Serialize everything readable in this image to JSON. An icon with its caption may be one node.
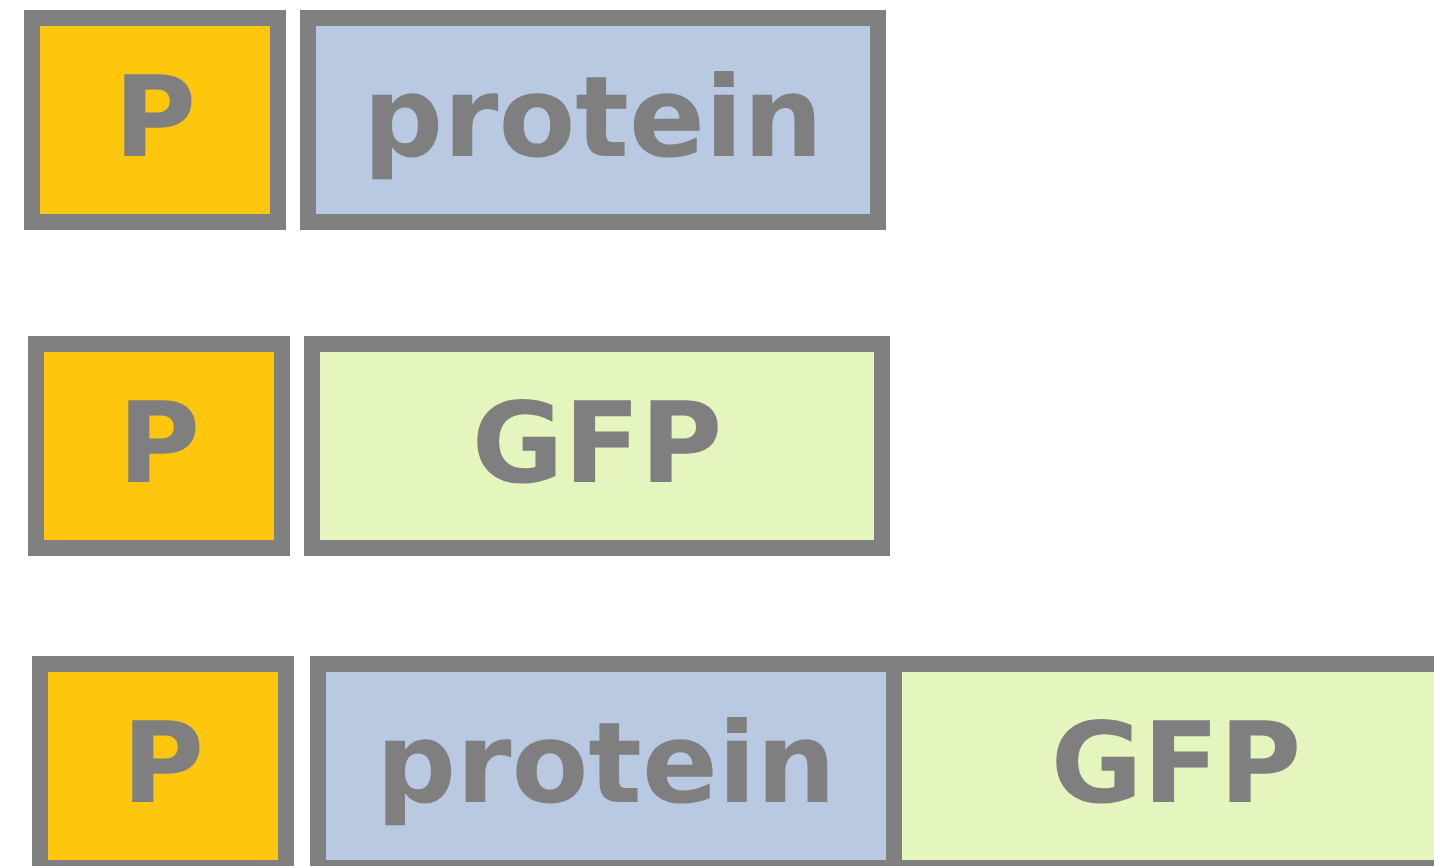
{
  "diagram": {
    "nodes": [
      {
        "text": [
          "P"
        ]
      },
      {
        "text": [
          "protein"
        ]
      },
      {
        "text": [
          "P"
        ]
      },
      {
        "text": [
          "GFP"
        ]
      },
      {
        "text": [
          "P"
        ]
      },
      {
        "text": [
          "protein"
        ]
      },
      {
        "text": [
          "GFP"
        ]
      }
    ]
  }
}
